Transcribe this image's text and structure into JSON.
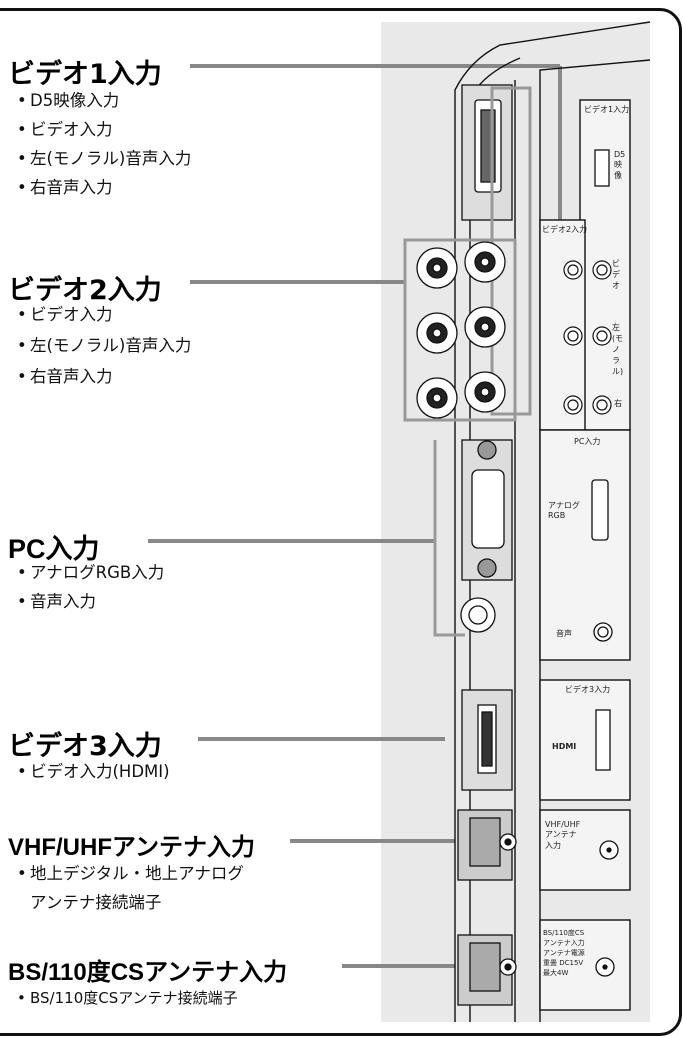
{
  "sections": [
    {
      "title": "ビデオ1入力",
      "items": [
        "D5映像入力",
        "ビデオ入力",
        "左(モノラル)音声入力",
        "右音声入力"
      ]
    },
    {
      "title": "ビデオ2入力",
      "items": [
        "ビデオ入力",
        "左(モノラル)音声入力",
        "右音声入力"
      ]
    },
    {
      "title": "PC入力",
      "items": [
        "アナログRGB入力",
        "音声入力"
      ]
    },
    {
      "title": "ビデオ3入力",
      "items": [
        "ビデオ入力(HDMI)"
      ]
    },
    {
      "title": "VHF/UHFアンテナ入力",
      "items": [
        "地上デジタル・地上アナログ",
        "アンテナ接続端子"
      ]
    },
    {
      "title": "BS/110度CSアンテナ入力",
      "items": [
        "BS/110度CSアンテナ接続端子"
      ]
    }
  ],
  "panel_labels": {
    "video1": "ビデオ1入力",
    "d5": "D5映像",
    "video2": "ビデオ2入力",
    "video": "ビデオ",
    "left": "左(モノラル)",
    "right": "右",
    "pc": "PC入力",
    "analog": "アナログ RGB",
    "audio": "音声",
    "video3": "ビデオ3入力",
    "hdmi": "HDMI",
    "vhf": "VHF/UHF アンテナ 入力",
    "bs": "BS/110度CS アンテナ入力 アンテナ電源重畳 DC15V 最大4W"
  }
}
